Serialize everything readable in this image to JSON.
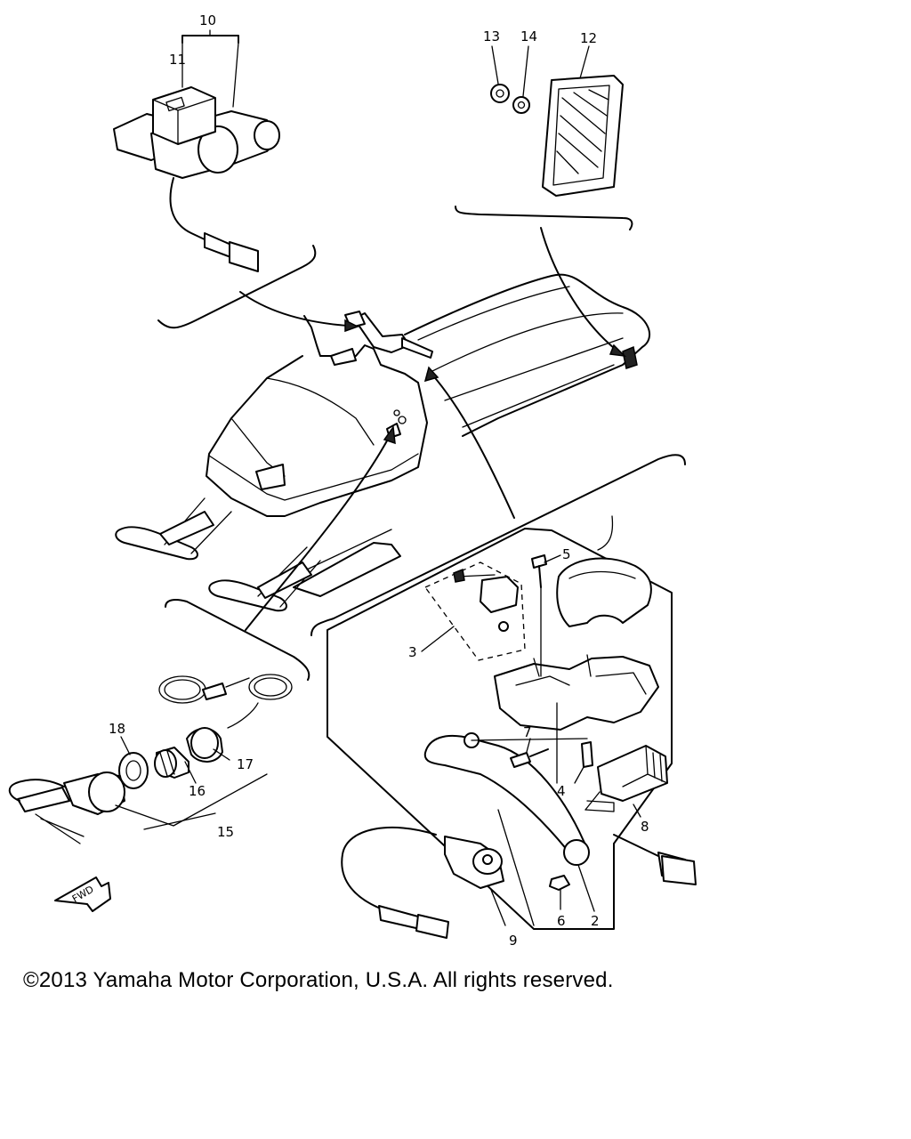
{
  "copyright": "©2013 Yamaha Motor Corporation, U.S.A. All rights reserved.",
  "callouts": {
    "c2": "2",
    "c3": "3",
    "c4": "4",
    "c5": "5",
    "c6": "6",
    "c7": "7",
    "c8": "8",
    "c9": "9",
    "c10": "10",
    "c11": "11",
    "c12": "12",
    "c13": "13",
    "c14": "14",
    "c15": "15",
    "c16": "16",
    "c17": "17",
    "c18": "18"
  },
  "fwd_label": "FWD"
}
